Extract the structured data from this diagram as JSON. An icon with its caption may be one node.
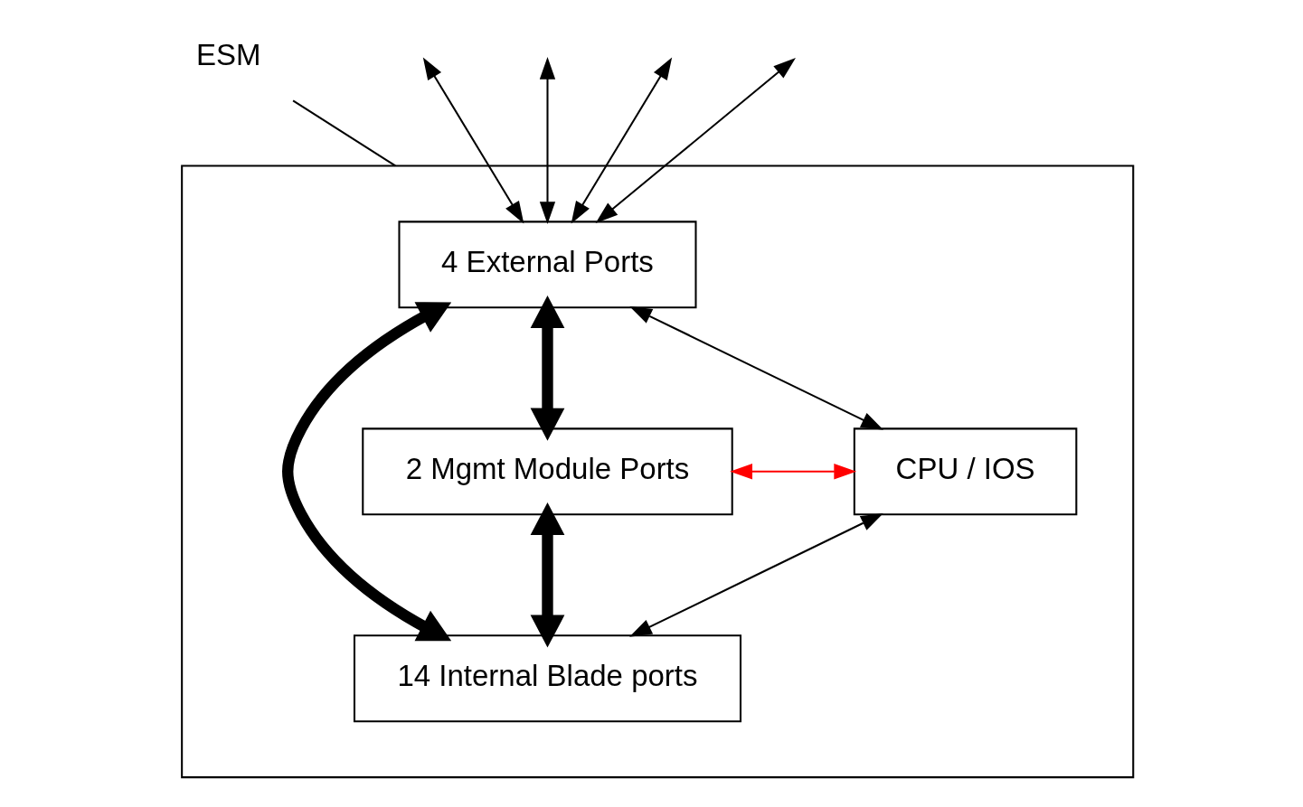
{
  "diagram": {
    "nodes": [
      {
        "text": [],
        "shape": "box"
      },
      {
        "text": [
          "ESM"
        ]
      },
      {
        "text": [
          "4 External Ports"
        ],
        "in": 0
      },
      {
        "text": [
          "2 Mgmt Module Ports"
        ],
        "in": 0
      },
      {
        "text": [
          "CPU / IOS"
        ],
        "in": 0
      },
      {
        "text": [
          "14 Internal Blade ports"
        ],
        "in": 0
      }
    ],
    "edges": [
      {
        "from": 1,
        "to": 0,
        "arrow": "none"
      },
      {
        "from": null,
        "to": 2,
        "arrow": "both"
      },
      {
        "from": null,
        "to": 2,
        "arrow": "both"
      },
      {
        "from": null,
        "to": 2,
        "arrow": "both"
      },
      {
        "from": null,
        "to": 2,
        "arrow": "both"
      },
      {
        "from": 3,
        "to": 2,
        "arrow": "both",
        "style": "thick"
      },
      {
        "from": 2,
        "to": 5,
        "arrow": "both",
        "style": "thick"
      },
      {
        "from": 2,
        "to": 4,
        "arrow": "both"
      },
      {
        "from": 3,
        "to": 4,
        "arrow": "both",
        "color": "#ff0000"
      },
      {
        "from": 3,
        "to": 5,
        "arrow": "both",
        "style": "thick"
      },
      {
        "from": 4,
        "to": 5,
        "arrow": "both"
      }
    ]
  }
}
